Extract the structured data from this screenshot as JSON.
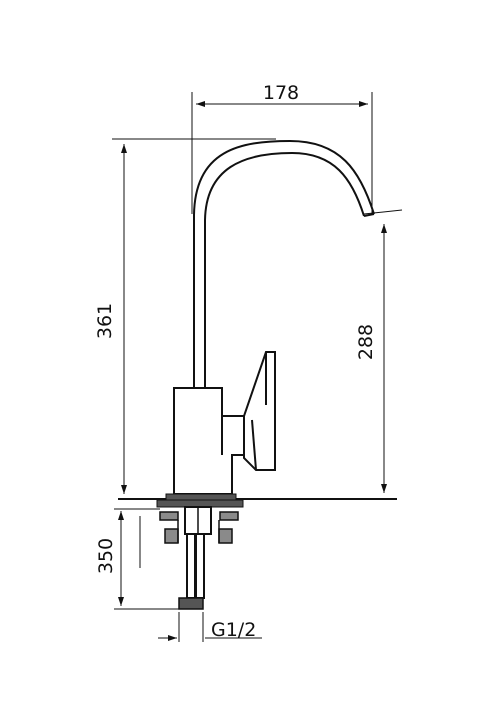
{
  "drawing": {
    "dimensions": {
      "spout_reach": "178",
      "total_height": "361",
      "spout_height": "288",
      "below_deck_length": "350",
      "thread_size": "G1/2"
    },
    "colors": {
      "ink": "#111111",
      "fill_dark": "#555555",
      "fill_mid": "#8a8a8a",
      "background": "#ffffff"
    }
  }
}
